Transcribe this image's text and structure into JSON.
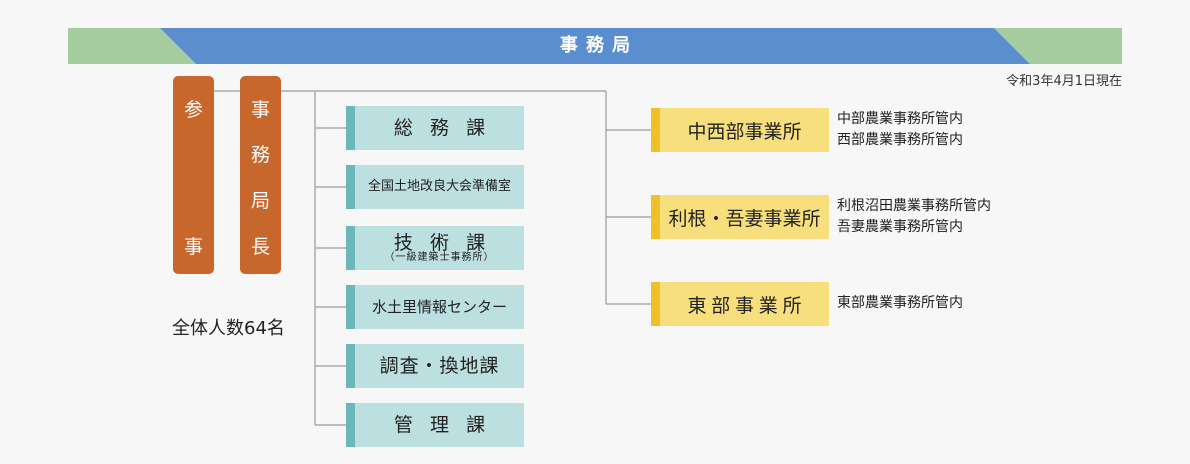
{
  "banner": {
    "title": "事務局",
    "colors": {
      "main": "#5b8ecf",
      "side": "#a5cc9f"
    }
  },
  "date_note": "令和3年4月1日現在",
  "left": {
    "councilor": "参事",
    "director": "事務局長",
    "total": "全体人数64名"
  },
  "sections": [
    {
      "name": "総務課"
    },
    {
      "name": "全国土地改良大会準備室"
    },
    {
      "name": "技術課",
      "sub": "（一級建築士事務所）"
    },
    {
      "name": "水土里情報センター"
    },
    {
      "name": "調査・換地課"
    },
    {
      "name": "管理課"
    }
  ],
  "offices": [
    {
      "name": "中西部事業所",
      "areas": [
        "中部農業事務所管内",
        "西部農業事務所管内"
      ]
    },
    {
      "name": "利根・吾妻事業所",
      "areas": [
        "利根沼田農業事務所管内",
        "吾妻農業事務所管内"
      ]
    },
    {
      "name": "東部事業所",
      "areas": [
        "東部農業事務所管内"
      ]
    }
  ]
}
